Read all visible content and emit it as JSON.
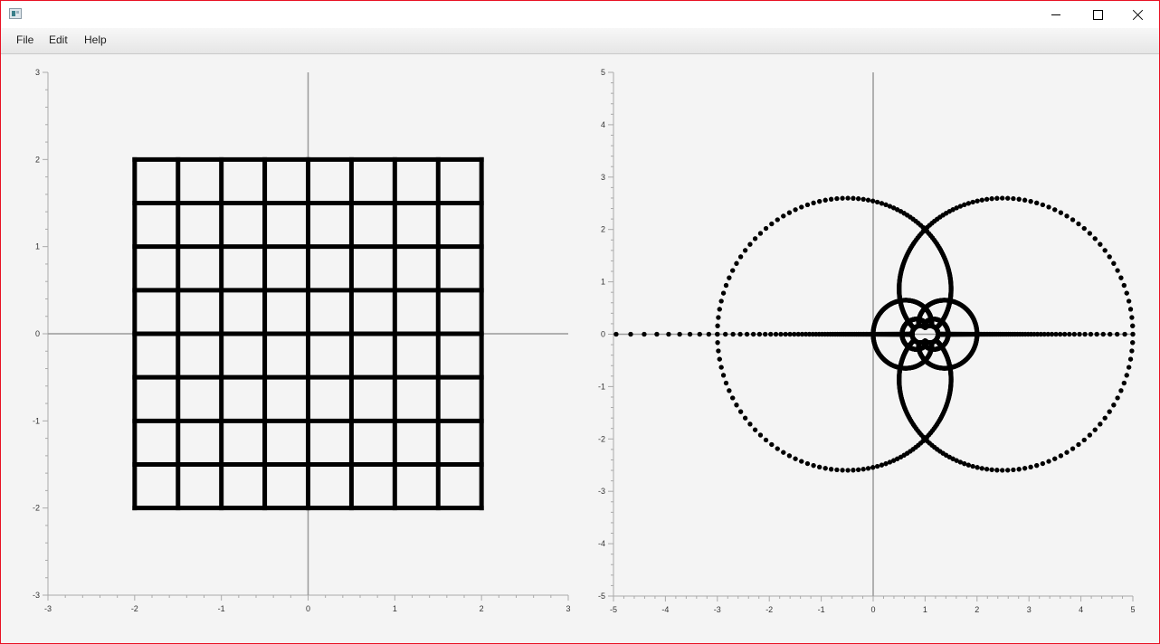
{
  "window": {
    "app_icon": "app-window-icon",
    "controls": {
      "minimize": "minimize-icon",
      "maximize": "maximize-icon",
      "close": "close-icon"
    }
  },
  "menu": {
    "file": "File",
    "edit": "Edit",
    "help": "Help"
  },
  "chart_data": [
    {
      "type": "scatter",
      "title": "",
      "xlim": [
        -3,
        3
      ],
      "ylim": [
        -3,
        3
      ],
      "x_ticks": [
        "-3",
        "-2",
        "-1",
        "0",
        "1",
        "2",
        "3"
      ],
      "y_ticks": [
        "3",
        "2",
        "1",
        "0",
        "-1",
        "-2",
        "-3"
      ],
      "grid": "square grid lines at every 0.5 from -2 to 2 (x and y)",
      "mark_color": "#000000",
      "axis_color": "#999999"
    },
    {
      "type": "scatter",
      "title": "",
      "xlim": [
        -5,
        5
      ],
      "ylim": [
        -5,
        5
      ],
      "x_ticks": [
        "-5",
        "-4",
        "-3",
        "-2",
        "-1",
        "0",
        "1",
        "2",
        "3",
        "4",
        "5"
      ],
      "y_ticks": [
        "5",
        "4",
        "3",
        "2",
        "1",
        "0",
        "-1",
        "-2",
        "-3",
        "-4",
        "-5"
      ],
      "transform": "image of the left grid under w = 1/(z*z) + 1",
      "mark_color": "#000000",
      "axis_color": "#999999"
    }
  ]
}
